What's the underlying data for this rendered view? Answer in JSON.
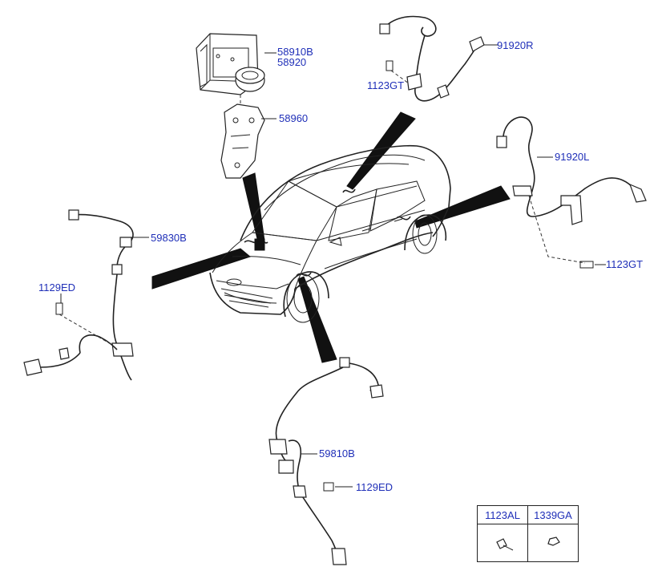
{
  "labels": {
    "hecu_a": "58910B",
    "hecu_b": "58920",
    "bracket": "58960",
    "front_right_sensor": "91920R",
    "bolt_top": "1123GT",
    "rear_left_sensor": "91920L",
    "bolt_right": "1123GT",
    "front_left_cable": "59830B",
    "bolt_left": "1129ED",
    "front_cable": "59810B",
    "bolt_bottom": "1129ED"
  },
  "legend": {
    "col1": "1123AL",
    "col2": "1339GA"
  }
}
